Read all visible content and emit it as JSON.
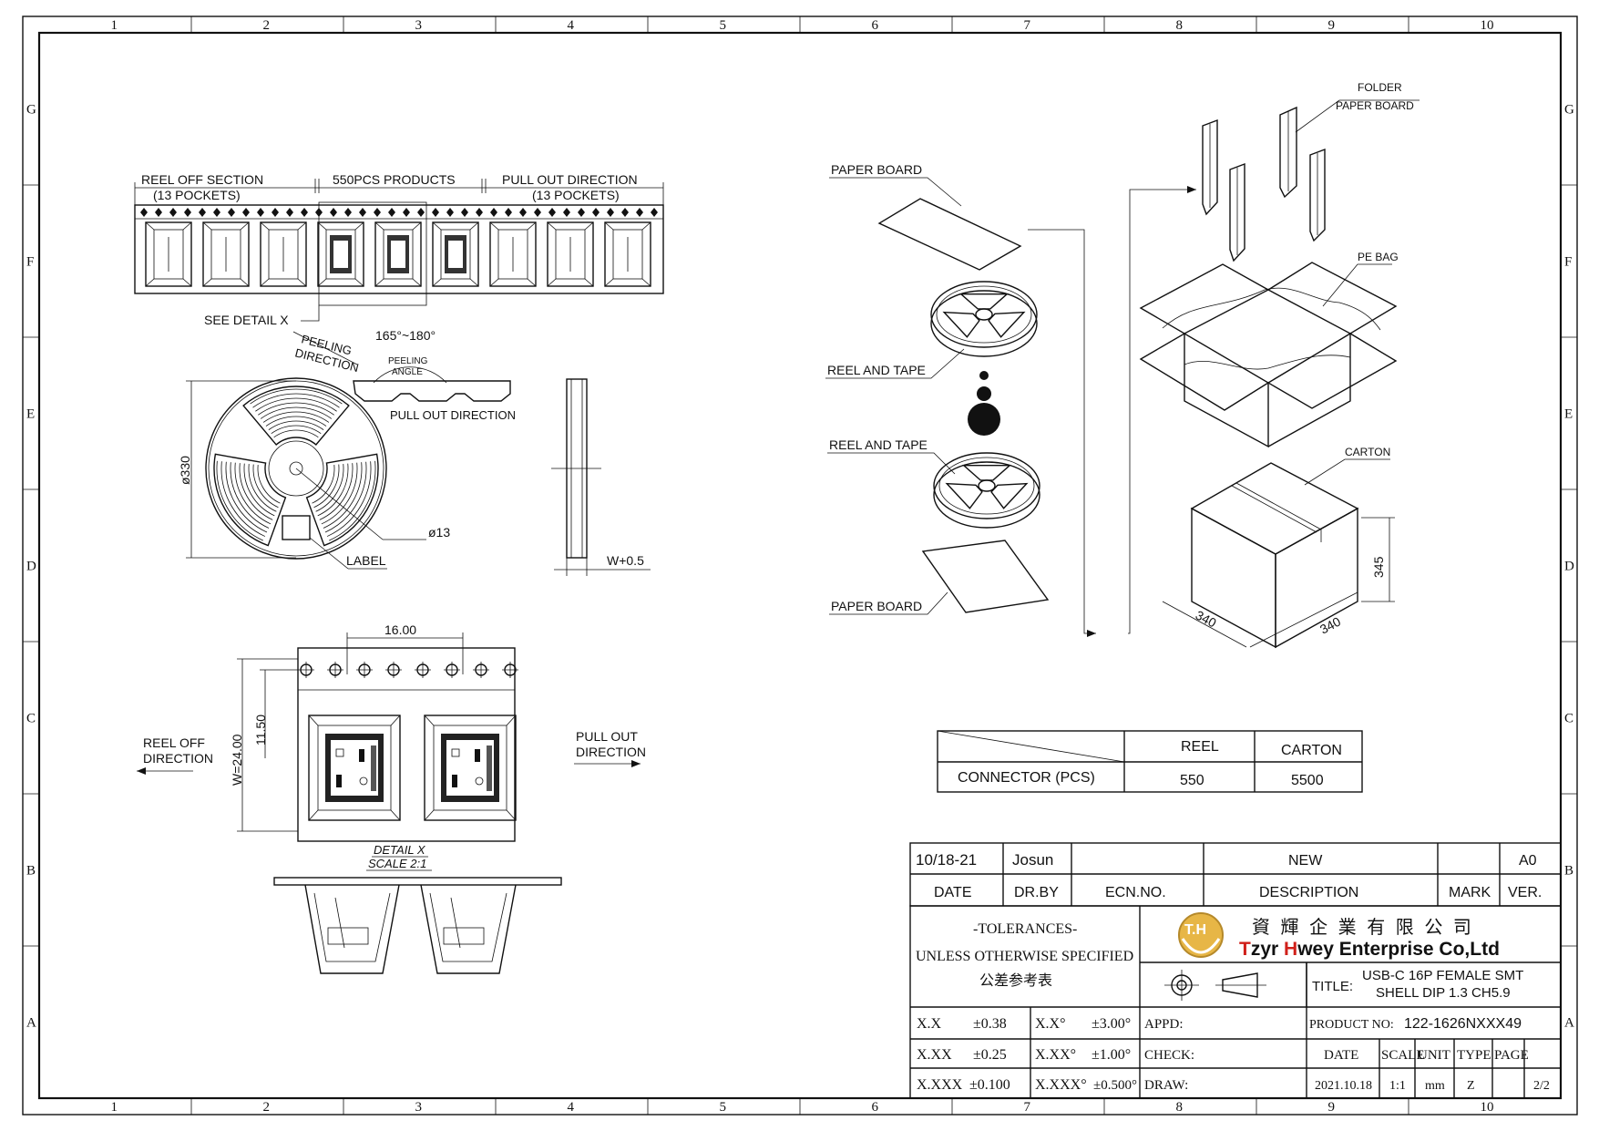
{
  "frame": {
    "columns": [
      "1",
      "2",
      "3",
      "4",
      "5",
      "6",
      "7",
      "8",
      "9",
      "10"
    ],
    "rows": [
      "G",
      "F",
      "E",
      "D",
      "C",
      "B",
      "A"
    ]
  },
  "tape": {
    "reel_off_section": "REEL OFF SECTION",
    "reel_off_pockets": "(13 POCKETS)",
    "products": "550PCS PRODUCTS",
    "pull_out_direction": "PULL OUT DIRECTION",
    "pull_out_pockets": "(13 POCKETS)",
    "see_detail": "SEE DETAIL X"
  },
  "reel_view": {
    "peeling_direction_1": "PEELING",
    "peeling_direction_2": "DIRECTION",
    "angle": "165°~180°",
    "peeling_angle_1": "PEELING",
    "peeling_angle_2": "ANGLE",
    "pull_out_direction": "PULL OUT DIRECTION",
    "diameter": "ø330",
    "hub": "ø13",
    "label": "LABEL",
    "width": "W+0.5"
  },
  "detail": {
    "pitch": "16.00",
    "offset": "11.50",
    "width": "W=24.00",
    "reel_off_1": "REEL OFF",
    "reel_off_2": "DIRECTION",
    "pull_out_1": "PULL OUT",
    "pull_out_2": "DIRECTION",
    "title": "DETAIL X",
    "scale": "SCALE 2:1"
  },
  "packing": {
    "paper_board_top": "PAPER BOARD",
    "reel_and_tape_1": "REEL AND TAPE",
    "reel_and_tape_2": "REEL AND TAPE",
    "paper_board_bottom": "PAPER BOARD",
    "folder": "FOLDER",
    "folder_paper_board": "PAPER BOARD",
    "pe_bag": "PE BAG",
    "carton": "CARTON",
    "dim_height": "345",
    "dim_depth": "340",
    "dim_width": "340"
  },
  "qty_table": {
    "col_reel": "REEL",
    "col_carton": "CARTON",
    "row_label": "CONNECTOR (PCS)",
    "reel_qty": "550",
    "carton_qty": "5500"
  },
  "revision": {
    "date_value": "10/18-21",
    "drawn_by_value": "Josun",
    "description_value": "NEW",
    "version_value": "A0",
    "date_label": "DATE",
    "drby_label": "DR.BY",
    "ecn_label": "ECN.NO.",
    "description_label": "DESCRIPTION",
    "mark_label": "MARK",
    "ver_label": "VER."
  },
  "tolerances": {
    "title": "-TOLERANCES-",
    "subtitle": "UNLESS OTHERWISE SPECIFIED",
    "chinese": "公差参考表",
    "rows": [
      {
        "fmt": "X.X",
        "tol": "±0.38",
        "afmt": "X.X°",
        "atol": "±3.00°"
      },
      {
        "fmt": "X.XX",
        "tol": "±0.25",
        "afmt": "X.XX°",
        "atol": "±1.00°"
      },
      {
        "fmt": "X.XXX",
        "tol": "±0.100",
        "afmt": "X.XXX°",
        "atol": "±0.500°"
      }
    ]
  },
  "company": {
    "logo_text": "T.H",
    "chinese_name": "資 輝 企 業 有 限 公 司",
    "name_first": "T",
    "name_mid": "zyr ",
    "name_h": "H",
    "name_rest": "wey Enterprise Co,Ltd",
    "red": "#d0201a"
  },
  "title_block": {
    "title_label": "TITLE:",
    "title_line1": "USB-C 16P FEMALE SMT",
    "title_line2": "SHELL DIP 1.3 CH5.9",
    "product_no_label": "PRODUCT NO:",
    "product_no": "122-1626NXXX49",
    "appd_label": "APPD:",
    "check_label": "CHECK:",
    "draw_label": "DRAW:",
    "date_label": "DATE",
    "scale_label": "SCALE",
    "unit_label": "UNIT",
    "type_label": "TYPE",
    "page_label": "PAGE",
    "date": "2021.10.18",
    "scale": "1:1",
    "unit": "mm",
    "type": "Z",
    "page": "2/2"
  }
}
